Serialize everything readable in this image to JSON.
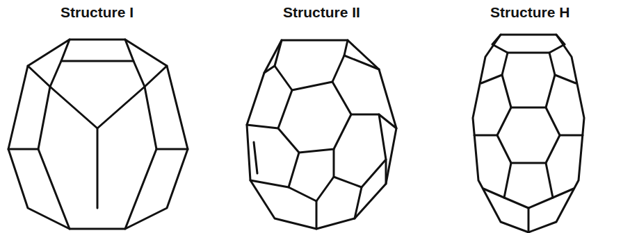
{
  "diagram": {
    "labels": [
      "Structure I",
      "Structure II",
      "Structure H"
    ]
  }
}
